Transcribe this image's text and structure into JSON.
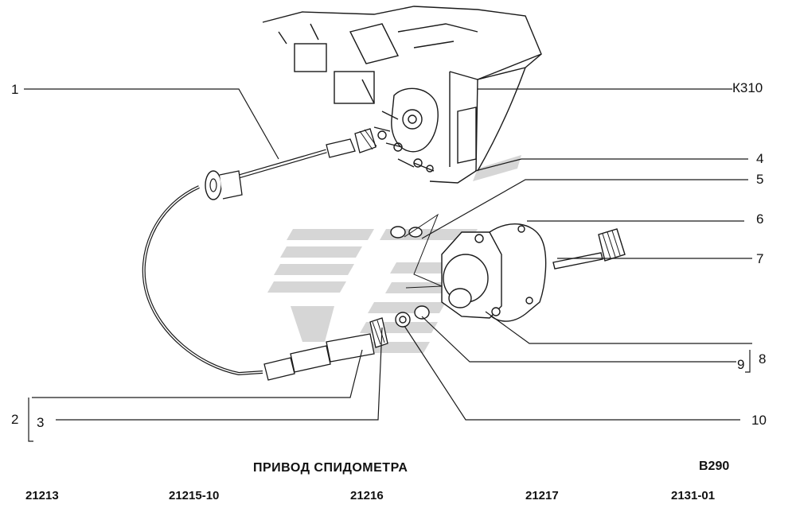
{
  "callouts": {
    "c1": "1",
    "c2": "2",
    "c3": "3",
    "c4": "4",
    "c5": "5",
    "c6": "6",
    "c7": "7",
    "c8": "8",
    "c9": "9",
    "c10": "10",
    "k310": "К310"
  },
  "title": "ПРИВОД СПИДОМЕТРА",
  "sheet_code": "В290",
  "models": [
    "21213",
    "21215-10",
    "21216",
    "21217",
    "2131-01"
  ],
  "colors": {
    "line": "#1a1a1a",
    "watermark": "#c9c9c9"
  }
}
